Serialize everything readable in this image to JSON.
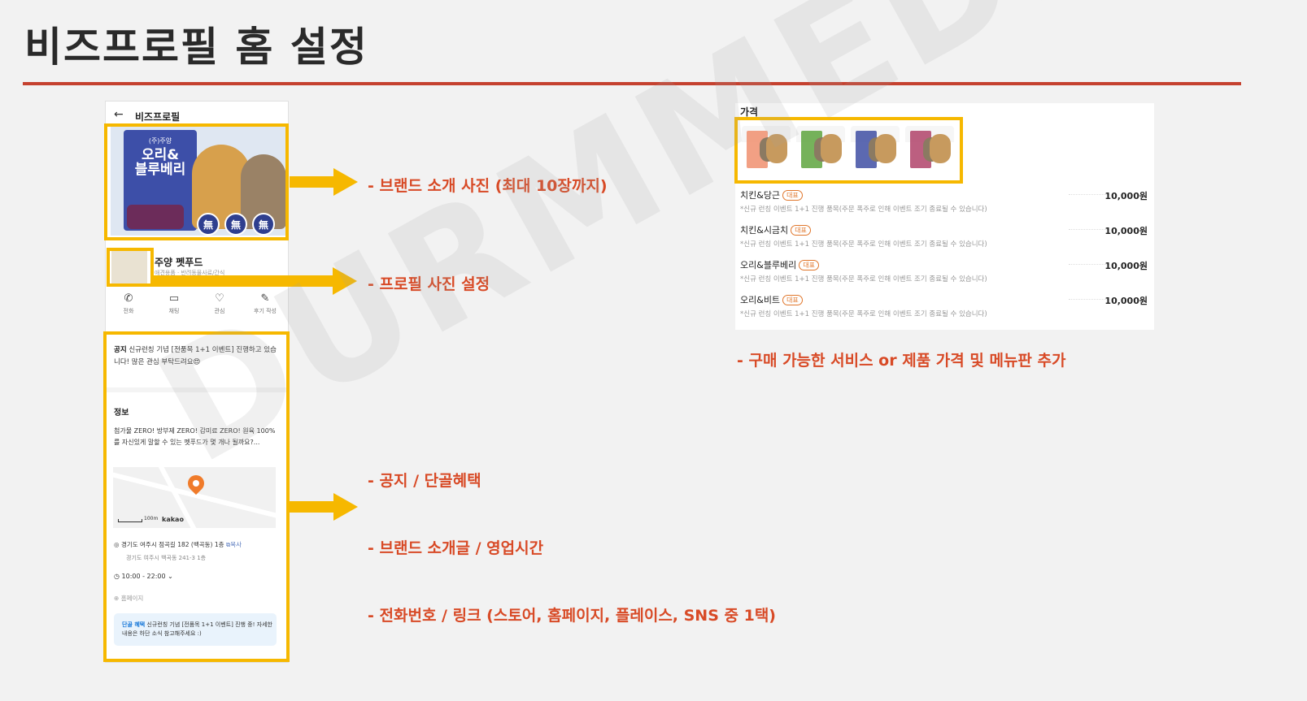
{
  "slide": {
    "title": "비즈프로필 홈 설정",
    "watermark": "DURMMEDIA"
  },
  "phone": {
    "header_title": "비즈프로필",
    "back_icon": "arrow-left-icon",
    "hero": {
      "brand": "(주)주양",
      "product_line1": "오리&",
      "product_line2": "블루베리",
      "badges": [
        "無",
        "無",
        "無"
      ]
    },
    "profile": {
      "name": "주양 펫푸드",
      "category": "애견용품 · 반려동물사료/간식"
    },
    "actions": [
      {
        "icon": "phone-icon",
        "label": "전화"
      },
      {
        "icon": "chat-icon",
        "label": "채팅"
      },
      {
        "icon": "heart-icon",
        "label": "관심"
      },
      {
        "icon": "pencil-icon",
        "label": "후기 작성"
      }
    ],
    "notice": {
      "prefix": "공지",
      "text": "신규런칭 기념 [전품목 1+1 이벤트] 진행하고 있습니다! 많은 관심 부탁드려요😍"
    },
    "info": {
      "heading": "정보",
      "text": "첨가물 ZERO! 방부제 ZERO! 감미료 ZERO! 원육 100%를 자신있게 말할 수 있는 펫푸드가 몇 개나 될까요?..."
    },
    "map": {
      "scale": "100m",
      "provider": "kakao"
    },
    "address": {
      "road": "경기도 여주시 점곡길 182 (백곡동) 1층",
      "copy_label": "복사",
      "lot": "경기도 여주시 백곡동 241-3 1층"
    },
    "hours": "10:00 - 22:00",
    "homepage": "홈페이지",
    "loyal": {
      "prefix": "단골 혜택",
      "text": "신규런칭 기념 [전품목 1+1 이벤트] 진행 중! 자세한 내용은 하단 소식 참고해주세요 :)"
    }
  },
  "labels": {
    "brand_photos": "- 브랜드 소개 사진 (최대 10장까지)",
    "profile_photo": "- 프로필 사진 설정",
    "notice": "- 공지 / 단골혜택",
    "brand_intro": "- 브랜드 소개글 / 영업시간",
    "contact": "- 전화번호 / 링크 (스토어, 홈페이지, 플레이스, SNS 중 1택)",
    "price": "- 구매 가능한 서비스 or 제품 가격 및 메뉴판 추가"
  },
  "price_panel": {
    "heading": "가격",
    "thumb_colors": [
      "#f08f6e",
      "#5ea43e",
      "#3f4fa3",
      "#b0436a"
    ],
    "items": [
      {
        "name": "치킨&당근",
        "tag": "대표",
        "note": "*신규 런칭 이벤트 1+1 진행 품목(주문 폭주로 인해 이벤트 조기 종료될 수 있습니다)",
        "price": "10,000원"
      },
      {
        "name": "치킨&시금치",
        "tag": "대표",
        "note": "*신규 런칭 이벤트 1+1 진행 품목(주문 폭주로 인해 이벤트 조기 종료될 수 있습니다)",
        "price": "10,000원"
      },
      {
        "name": "오리&블루베리",
        "tag": "대표",
        "note": "*신규 런칭 이벤트 1+1 진행 품목(주문 폭주로 인해 이벤트 조기 종료될 수 있습니다)",
        "price": "10,000원"
      },
      {
        "name": "오리&비트",
        "tag": "대표",
        "note": "*신규 런칭 이벤트 1+1 진행 품목(주문 폭주로 인해 이벤트 조기 종료될 수 있습니다)",
        "price": "10,000원"
      }
    ]
  },
  "colors": {
    "accent_red": "#d84a26",
    "highlight_yellow": "#f6b800",
    "rule": "#c5412f"
  }
}
